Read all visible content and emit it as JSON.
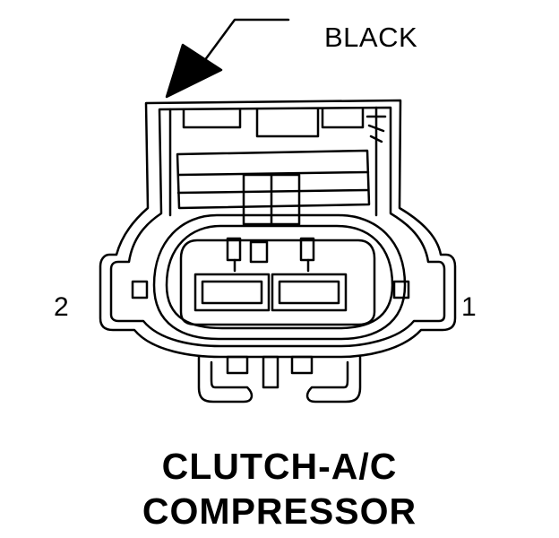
{
  "callout": {
    "wire_color": "BLACK"
  },
  "pins": {
    "left": "2",
    "right": "1"
  },
  "title": {
    "line1": "CLUTCH-A/C",
    "line2": "COMPRESSOR"
  },
  "colors": {
    "line": "#000000",
    "background": "#ffffff"
  }
}
